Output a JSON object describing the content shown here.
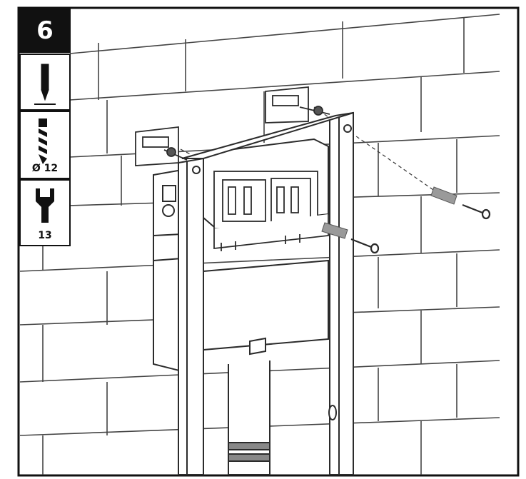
{
  "step": {
    "number": "6"
  },
  "tools": [
    {
      "icon": "pencil-marking-icon",
      "caption": ""
    },
    {
      "icon": "drill-bit-icon",
      "caption": "Ø 12"
    },
    {
      "icon": "wrench-icon",
      "caption": "13"
    }
  ],
  "colors": {
    "ink": "#111111",
    "line": "#2b2b2b",
    "brick": "#444444",
    "plug": "#9a9a9a",
    "background": "#ffffff"
  }
}
